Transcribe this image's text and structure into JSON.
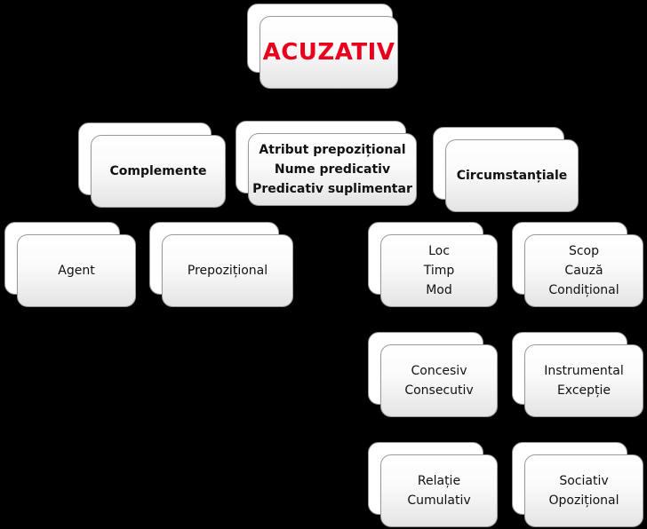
{
  "colors": {
    "background": "#000000",
    "root_text": "#e8001c",
    "node_text": "#111111"
  },
  "diagram": {
    "root": "ACUZATIV",
    "level1": {
      "complemente": "Complemente",
      "atribut": "Atribut prepozițional\nNume predicativ\nPredicativ suplimentar",
      "circumstantiale": "Circumstanțiale"
    },
    "complemente_children": {
      "agent": "Agent",
      "prepozitional": "Prepozițional"
    },
    "circumstantiale_children": {
      "loc_timp_mod": "Loc\nTimp\nMod",
      "scop_cauza_conditional": "Scop\nCauză\nCondițional",
      "concesiv_consecutiv": "Concesiv\nConsecutiv",
      "instrumental_exceptie": "Instrumental\nExcepție",
      "relatie_cumulativ": "Relație\nCumulativ",
      "sociativ_opozitional": "Sociativ\nOpozițional"
    }
  }
}
